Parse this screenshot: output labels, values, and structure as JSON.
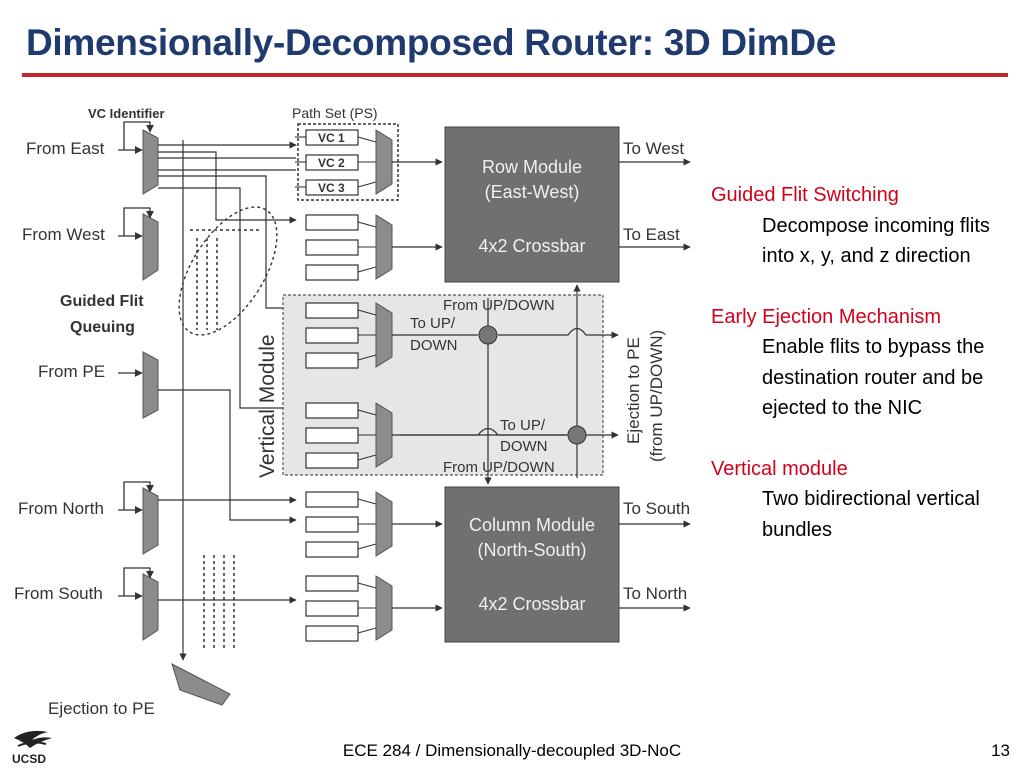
{
  "slide": {
    "title": "Dimensionally-Decomposed Router: 3D DimDe",
    "footer": "ECE 284 / Dimensionally-decoupled 3D-NoC",
    "page_number": "13",
    "logo_text": "UCSD"
  },
  "diagram": {
    "vc_identifier": "VC Identifier",
    "path_set": "Path Set (PS)",
    "vc_labels": [
      "VC 1",
      "VC 2",
      "VC 3"
    ],
    "inputs": {
      "from_east": "From East",
      "from_west": "From West",
      "from_pe": "From PE",
      "from_north": "From North",
      "from_south": "From South"
    },
    "guided_flit_queuing": [
      "Guided Flit",
      "Queuing"
    ],
    "row_module": [
      "Row Module",
      "(East-West)",
      "4x2 Crossbar"
    ],
    "column_module": [
      "Column Module",
      "(North-South)",
      "4x2 Crossbar"
    ],
    "outputs": {
      "to_west": "To West",
      "to_east": "To East",
      "to_south": "To South",
      "to_north": "To North"
    },
    "vertical_module": "Vertical Module",
    "from_updown_top": "From UP/DOWN",
    "to_updown_top": [
      "To UP/",
      "DOWN"
    ],
    "to_updown_bottom": [
      "To UP/",
      "DOWN"
    ],
    "from_updown_bottom": "From UP/DOWN",
    "ejection_to_pe_side": [
      "Ejection to PE",
      "(from UP/DOWN)"
    ],
    "ejection_to_pe": "Ejection to PE"
  },
  "notes": [
    {
      "heading": "Guided Flit Switching",
      "body": "Decompose incoming flits into x, y, and z direction"
    },
    {
      "heading": "Early Ejection Mechanism",
      "body": "Enable flits to bypass the destination router and be ejected to the NIC"
    },
    {
      "heading": "Vertical module",
      "body": "Two bidirectional vertical bundles"
    }
  ],
  "colors": {
    "title": "#1f3a6e",
    "rule": "#c0262c",
    "note_heading": "#d0021b",
    "module_fill": "#707070",
    "vertical_fill": "#e6e6e6"
  }
}
